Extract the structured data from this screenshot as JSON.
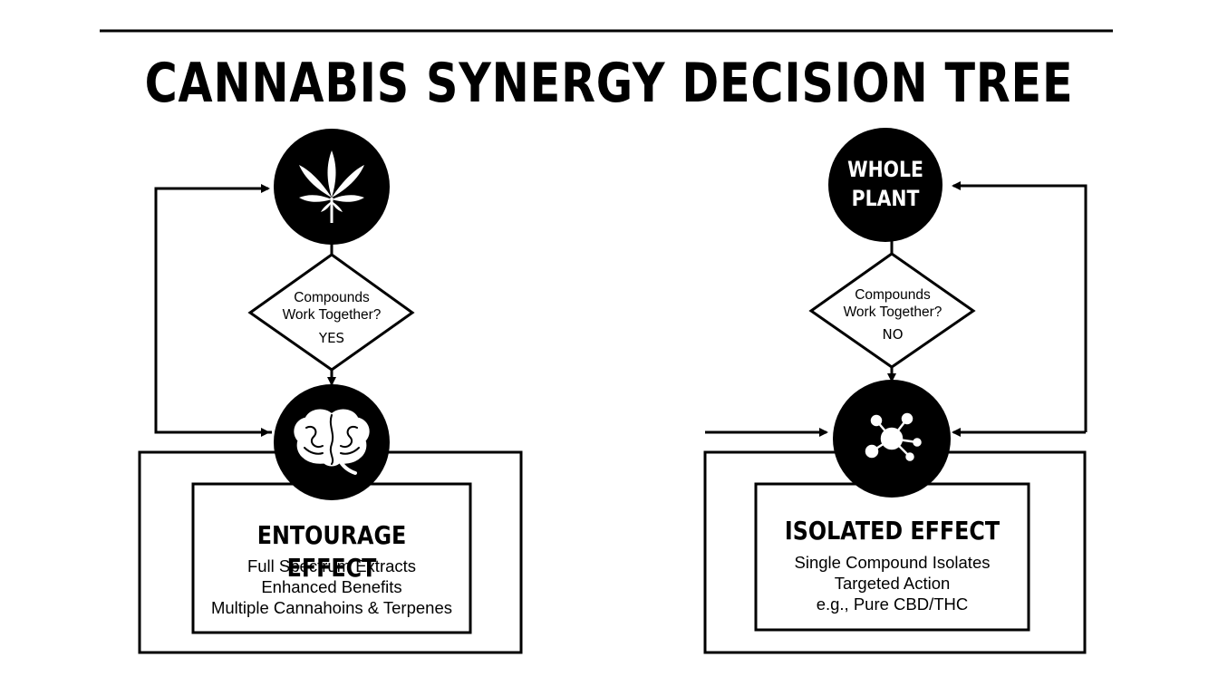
{
  "title": "CANNABIS SYNERGY DECISION TREE",
  "left": {
    "icon": "cannabis-leaf-icon",
    "question_line1": "Compounds",
    "question_line2": "Work Together?",
    "answer": "YES",
    "result_icon": "brain-icon",
    "box_title": "ENTOURAGE EFFECT",
    "box_lines": [
      "Full Spectrum Extracts",
      "Enhanced Benefits",
      "Multiple Cannahoins & Terpenes"
    ]
  },
  "right": {
    "circle_line1": "WHOLE",
    "circle_line2": "PLANT",
    "question_line1": "Compounds",
    "question_line2": "Work Together?",
    "answer": "NO",
    "result_icon": "molecule-icon",
    "box_title": "ISOLATED EFFECT",
    "box_lines": [
      "Single Compound Isolates",
      "Targeted Action",
      "e.g., Pure CBD/THC"
    ]
  },
  "colors": {
    "ink": "#000000",
    "paper": "#ffffff"
  }
}
